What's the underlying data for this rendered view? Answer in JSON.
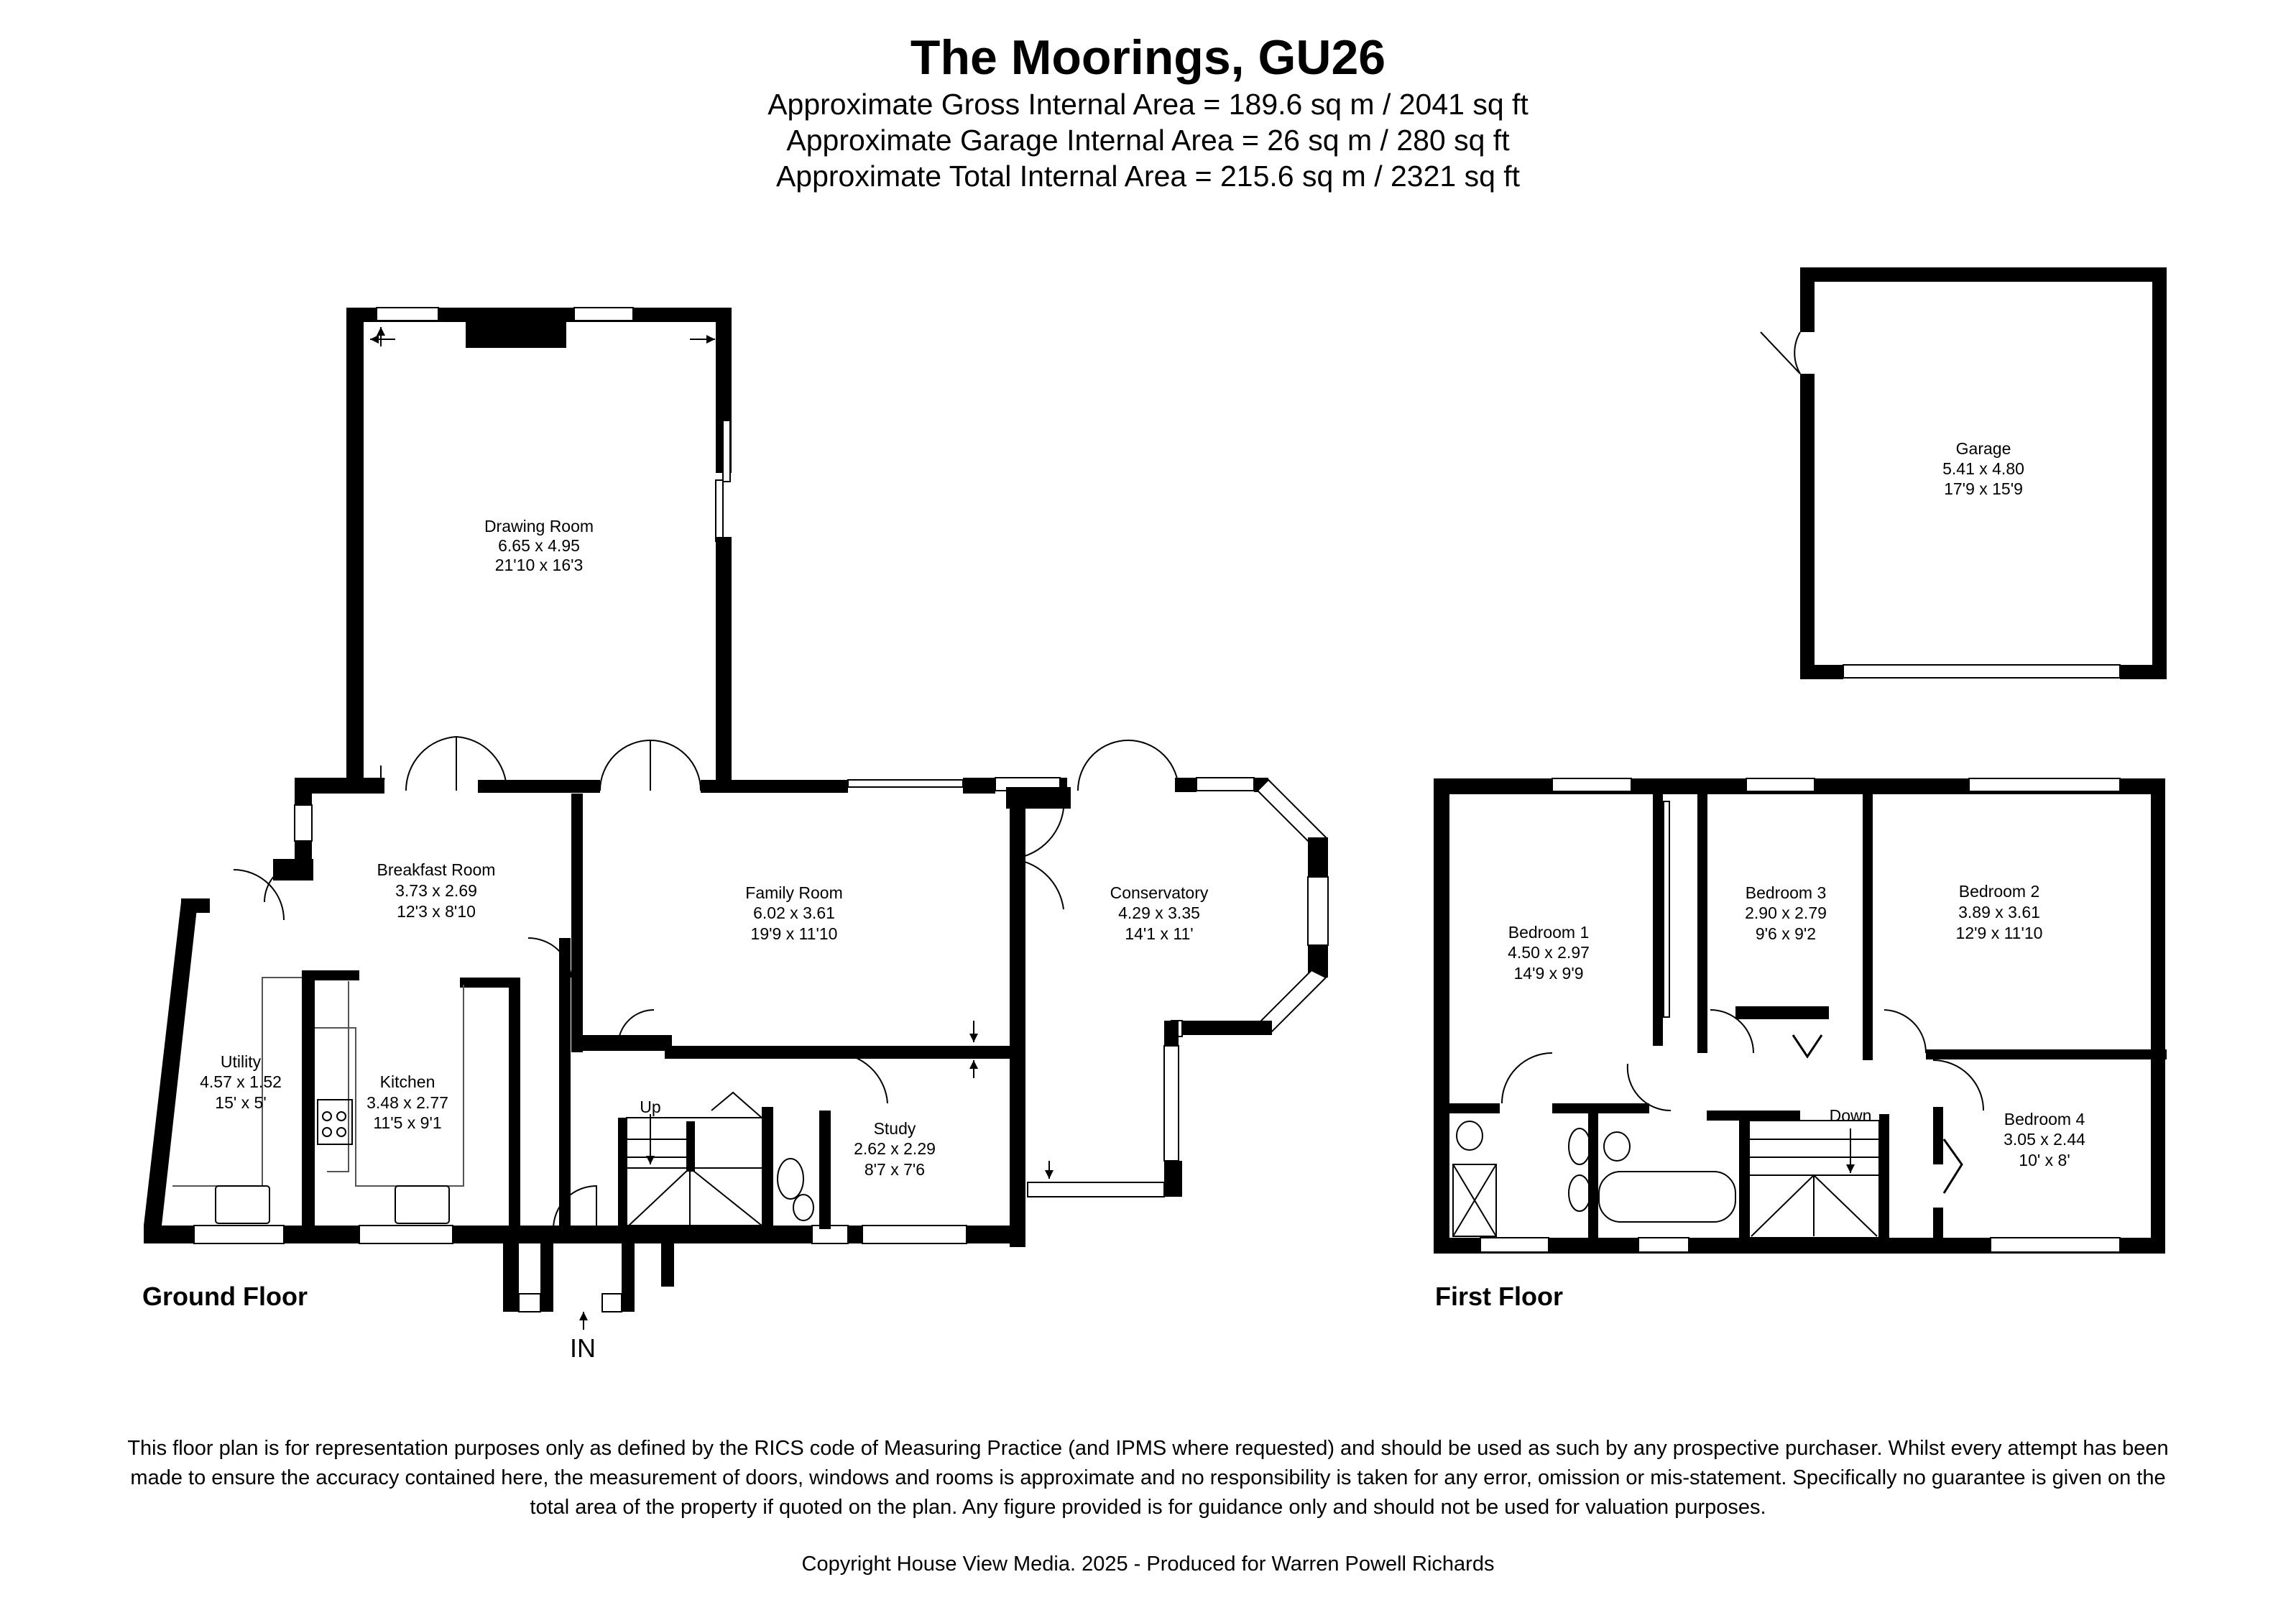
{
  "header": {
    "title": "The Moorings, GU26",
    "gross_area": "Approximate Gross Internal Area = 189.6 sq m / 2041 sq ft",
    "garage_area": "Approximate Garage Internal Area = 26 sq m / 280 sq ft",
    "total_area": "Approximate Total Internal Area = 215.6 sq m / 2321 sq ft"
  },
  "floors": {
    "ground": {
      "label": "Ground Floor",
      "entrance_label": "IN",
      "stairs_label": "Up",
      "rooms": [
        {
          "name": "Drawing Room",
          "metric": "6.65 x 4.95",
          "imperial": "21'10 x 16'3"
        },
        {
          "name": "Breakfast Room",
          "metric": "3.73 x 2.69",
          "imperial": "12'3 x 8'10"
        },
        {
          "name": "Family Room",
          "metric": "6.02 x 3.61",
          "imperial": "19'9 x 11'10"
        },
        {
          "name": "Conservatory",
          "metric": "4.29 x 3.35",
          "imperial": "14'1 x 11'"
        },
        {
          "name": "Utility",
          "metric": "4.57 x 1.52",
          "imperial": "15' x 5'"
        },
        {
          "name": "Kitchen",
          "metric": "3.48 x 2.77",
          "imperial": "11'5 x 9'1"
        },
        {
          "name": "Study",
          "metric": "2.62 x 2.29",
          "imperial": "8'7 x 7'6"
        }
      ]
    },
    "garage": {
      "rooms": [
        {
          "name": "Garage",
          "metric": "5.41 x 4.80",
          "imperial": "17'9 x 15'9"
        }
      ]
    },
    "first": {
      "label": "First Floor",
      "stairs_label": "Down",
      "rooms": [
        {
          "name": "Bedroom 1",
          "metric": "4.50 x 2.97",
          "imperial": "14'9 x 9'9"
        },
        {
          "name": "Bedroom 3",
          "metric": "2.90 x 2.79",
          "imperial": "9'6 x 9'2"
        },
        {
          "name": "Bedroom 2",
          "metric": "3.89 x 3.61",
          "imperial": "12'9 x 11'10"
        },
        {
          "name": "Bedroom 4",
          "metric": "3.05 x 2.44",
          "imperial": "10' x 8'"
        }
      ]
    }
  },
  "footer": {
    "disclaimer": "This floor plan is for representation purposes only as defined by the RICS code of Measuring Practice (and IPMS where requested) and should be used as such by any prospective purchaser. Whilst every attempt has been made to ensure the accuracy contained here, the measurement of doors, windows and rooms is approximate and no responsibility is taken for any error, omission or mis-statement. Specifically no guarantee is given on the total area of the property if quoted on the plan. Any figure provided is for guidance only and should not be used for valuation purposes.",
    "copyright": "Copyright House View Media. 2025 - Produced for Warren Powell Richards"
  }
}
